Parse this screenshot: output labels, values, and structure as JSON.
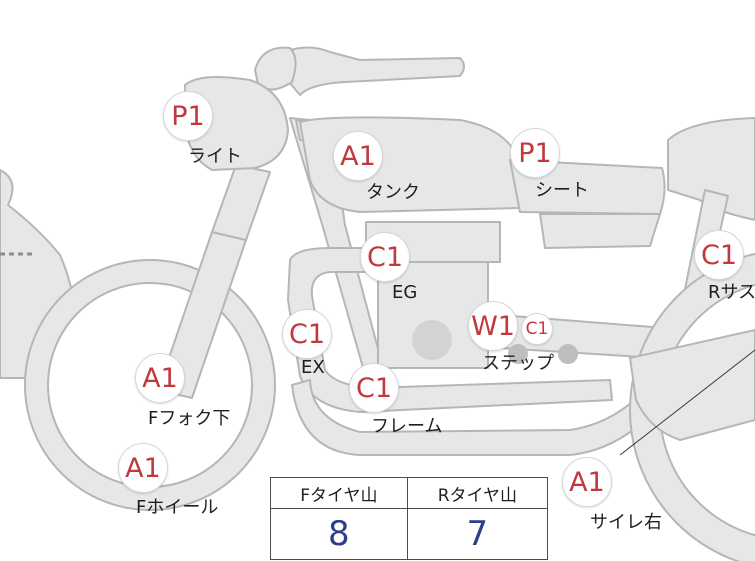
{
  "parts": [
    {
      "id": "light",
      "code": "P1",
      "label": "ライト"
    },
    {
      "id": "tank",
      "code": "A1",
      "label": "タンク"
    },
    {
      "id": "seat",
      "code": "P1",
      "label": "シート"
    },
    {
      "id": "engine",
      "code": "C1",
      "label": "EG"
    },
    {
      "id": "exhaust",
      "code": "C1",
      "label": "EX"
    },
    {
      "id": "frame",
      "code": "C1",
      "label": "フレーム"
    },
    {
      "id": "step",
      "code": "W1",
      "code2": "C1",
      "label": "ステップ"
    },
    {
      "id": "rear-suspension",
      "code": "C1",
      "label": "Rサス"
    },
    {
      "id": "front-fork-lower",
      "code": "A1",
      "label": "Fフォク下"
    },
    {
      "id": "front-wheel",
      "code": "A1",
      "label": "Fホイール"
    },
    {
      "id": "silencer-right",
      "code": "A1",
      "label": "サイレ右"
    }
  ],
  "tire_table": {
    "front_header": "Fタイヤ山",
    "rear_header": "Rタイヤ山",
    "front_value": "8",
    "rear_value": "7"
  },
  "colors": {
    "badge_text": "#c0393f",
    "body_fill": "#e6e8e7",
    "body_stroke": "#b4b7b6",
    "table_value": "#2b3f8c"
  }
}
